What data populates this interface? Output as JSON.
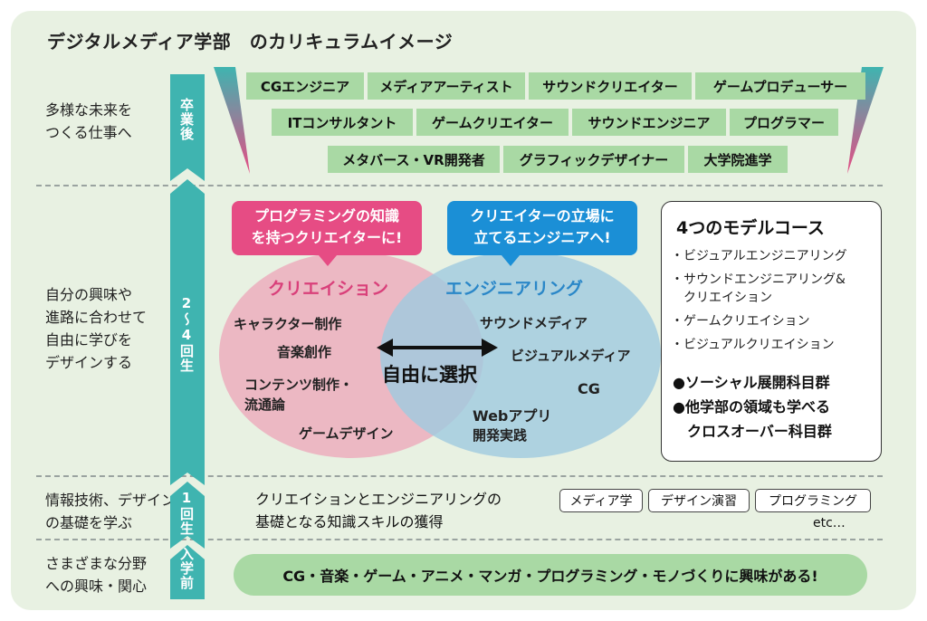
{
  "title": "デジタルメディア学部　のカリキュラムイメージ",
  "rows": {
    "after": {
      "desc_lines": [
        "多様な未来を",
        "つくる仕事へ"
      ],
      "stage": "卒業後"
    },
    "y24": {
      "desc_lines": [
        "自分の興味や",
        "進路に合わせて",
        "自由に学びを",
        "デザインする"
      ],
      "stage": "2〜4回生"
    },
    "y1": {
      "desc_lines": [
        "情報技術、デザイン",
        "の基礎を学ぶ"
      ],
      "stage": "1回生"
    },
    "before": {
      "desc_lines": [
        "さまざまな分野",
        "への興味・関心"
      ],
      "stage": "入学前"
    }
  },
  "careers": [
    [
      "CGエンジニア",
      "メディアアーティスト",
      "サウンドクリエイター",
      "ゲームプロデューサー"
    ],
    [
      "ITコンサルタント",
      "ゲームクリエイター",
      "サウンドエンジニア",
      "プログラマー"
    ],
    [
      "メタバース・VR開発者",
      "グラフィックデザイナー",
      "大学院進学"
    ]
  ],
  "callouts": {
    "pink": [
      "プログラミングの知識",
      "を持つクリエイターに!"
    ],
    "blue": [
      "クリエイターの立場に",
      "立てるエンジニアへ!"
    ]
  },
  "venn": {
    "creation_title": "クリエイション",
    "engineering_title": "エンジニアリング",
    "center": "自由に選択",
    "creation_items": [
      "キャラクター制作",
      "音楽創作",
      "コンテンツ制作・",
      "流通論",
      "ゲームデザイン"
    ],
    "engineering_items": [
      "サウンドメディア",
      "ビジュアルメディア",
      "CG",
      "Webアプリ",
      "開発実践"
    ]
  },
  "model_courses": {
    "title": "4つのモデルコース",
    "items": [
      "・ビジュアルエンジニアリング",
      "・サウンドエンジニアリング&",
      "　クリエイション",
      "・ゲームクリエイション",
      "・ビジュアルクリエイション"
    ],
    "bullets": [
      "●ソーシャル展開科目群",
      "●他学部の領域も学べる",
      "　クロスオーバー科目群"
    ]
  },
  "year1": {
    "text_lines": [
      "クリエイションとエンジニアリングの",
      "基礎となる知識スキルの獲得"
    ],
    "subjects": [
      "メディア学",
      "デザイン演習",
      "プログラミング"
    ],
    "etc": "etc…"
  },
  "interests": "CG・音楽・ゲーム・アニメ・マンガ・プログラミング・モノづくりに興味がある!",
  "colors": {
    "panel": "#e8f1e2",
    "teal": "#3fb4b0",
    "tag_green": "#a9d9a4",
    "pink": "#e64c84",
    "blue": "#1b8fd6",
    "creation_circle": "#ecb3c0",
    "engineering_circle": "#9fcbe0",
    "creation_text": "#d9407a",
    "engineering_text": "#2a87c8"
  }
}
